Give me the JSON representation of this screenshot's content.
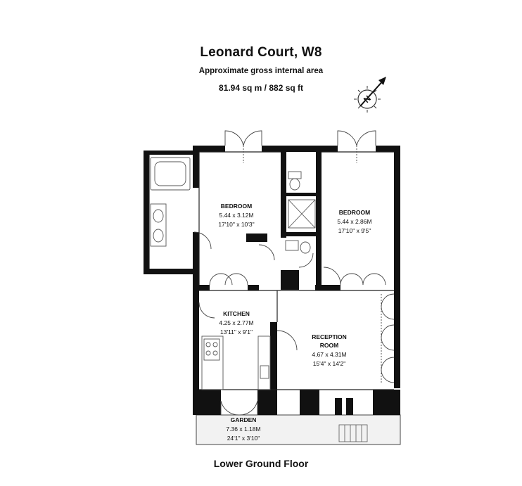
{
  "header": {
    "title": "Leonard Court, W8",
    "subtitle": "Approximate gross internal area",
    "area": "81.94 sq m /  882 sq ft"
  },
  "compass": {
    "letter": "N"
  },
  "rooms": {
    "bedroom1": {
      "name": "BEDROOM",
      "metric": "5.44 x 3.12M",
      "imperial": "17'10\" x 10'3\""
    },
    "bedroom2": {
      "name": "BEDROOM",
      "metric": "5.44 x 2.86M",
      "imperial": "17'10\" x 9'5\""
    },
    "kitchen": {
      "name": "KITCHEN",
      "metric": "4.25 x 2.77M",
      "imperial": "13'11\" x 9'1\""
    },
    "reception": {
      "name1": "RECEPTION",
      "name2": "ROOM",
      "metric": "4.67 x 4.31M",
      "imperial": "15'4\" x 14'2\""
    },
    "garden": {
      "name": "GARDEN",
      "metric": "7.36 x 1.18M",
      "imperial": "24'1\" x 3'10\""
    }
  },
  "footer": {
    "floor": "Lower Ground Floor"
  },
  "colors": {
    "wall": "#111111",
    "garden": "#f2f2f2",
    "fixture": "#555555"
  }
}
